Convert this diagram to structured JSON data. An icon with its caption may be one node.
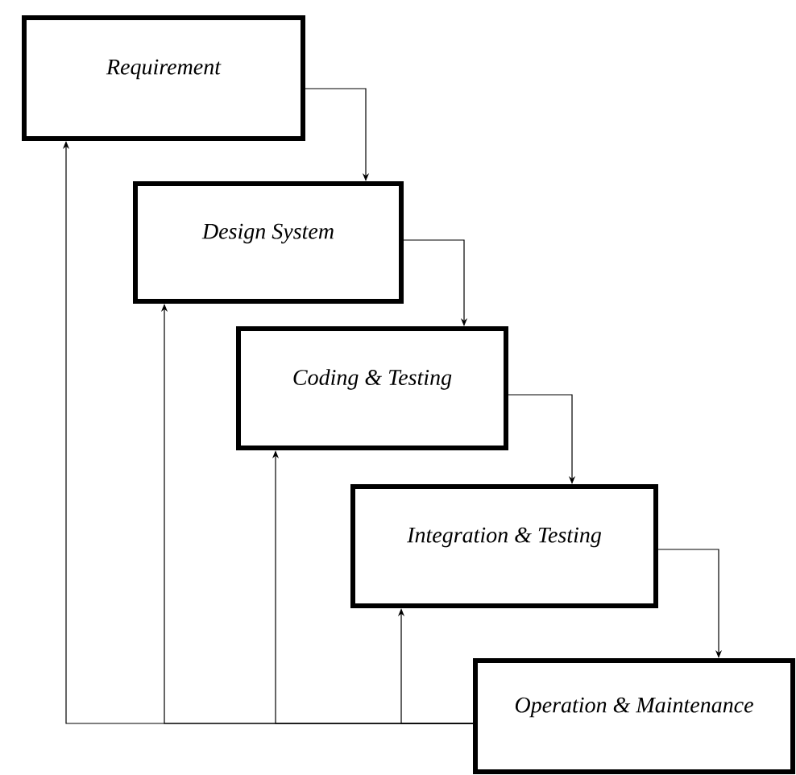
{
  "diagram": {
    "nodes": [
      {
        "text": [
          "Requirement"
        ]
      },
      {
        "text": [
          "Design System"
        ]
      },
      {
        "text": [
          "Coding & Testing"
        ]
      },
      {
        "text": [
          "Integration & Testing"
        ]
      },
      {
        "text": [
          "Operation & Maintenance"
        ]
      }
    ],
    "edges": [
      {
        "from": 0,
        "to": 1,
        "arrow": "to"
      },
      {
        "from": 1,
        "to": 2,
        "arrow": "to"
      },
      {
        "from": 2,
        "to": 3,
        "arrow": "to"
      },
      {
        "from": 3,
        "to": 4,
        "arrow": "to"
      },
      {
        "from": 4,
        "to": 0,
        "arrow": "to"
      },
      {
        "from": 4,
        "to": 1,
        "arrow": "to"
      },
      {
        "from": 4,
        "to": 2,
        "arrow": "to"
      },
      {
        "from": 4,
        "to": 3,
        "arrow": "to"
      }
    ]
  }
}
